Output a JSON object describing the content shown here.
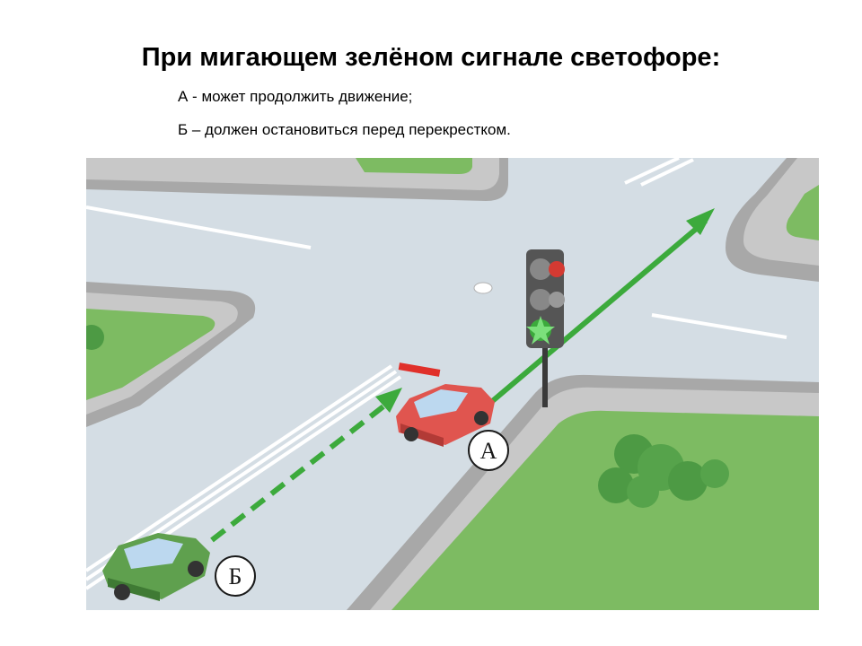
{
  "title": "При мигающем зелёном сигнале светофоре:",
  "options": [
    {
      "text": "А - может продолжить движение;"
    },
    {
      "text": "Б – должен остановиться перед перекрестком."
    }
  ],
  "scene": {
    "car_a_label": "А",
    "car_b_label": "Б",
    "colors": {
      "road": "#d4dde4",
      "grass": "#6fba5c",
      "curb": "#9a9a9a",
      "arrow": "#3caa3c",
      "car_a": "#e0554f",
      "car_b": "#5fa04e",
      "stop_line": "#e0302a"
    },
    "icons": [
      "traffic-light-icon",
      "direction-arrow-icon",
      "bush-icon"
    ]
  }
}
